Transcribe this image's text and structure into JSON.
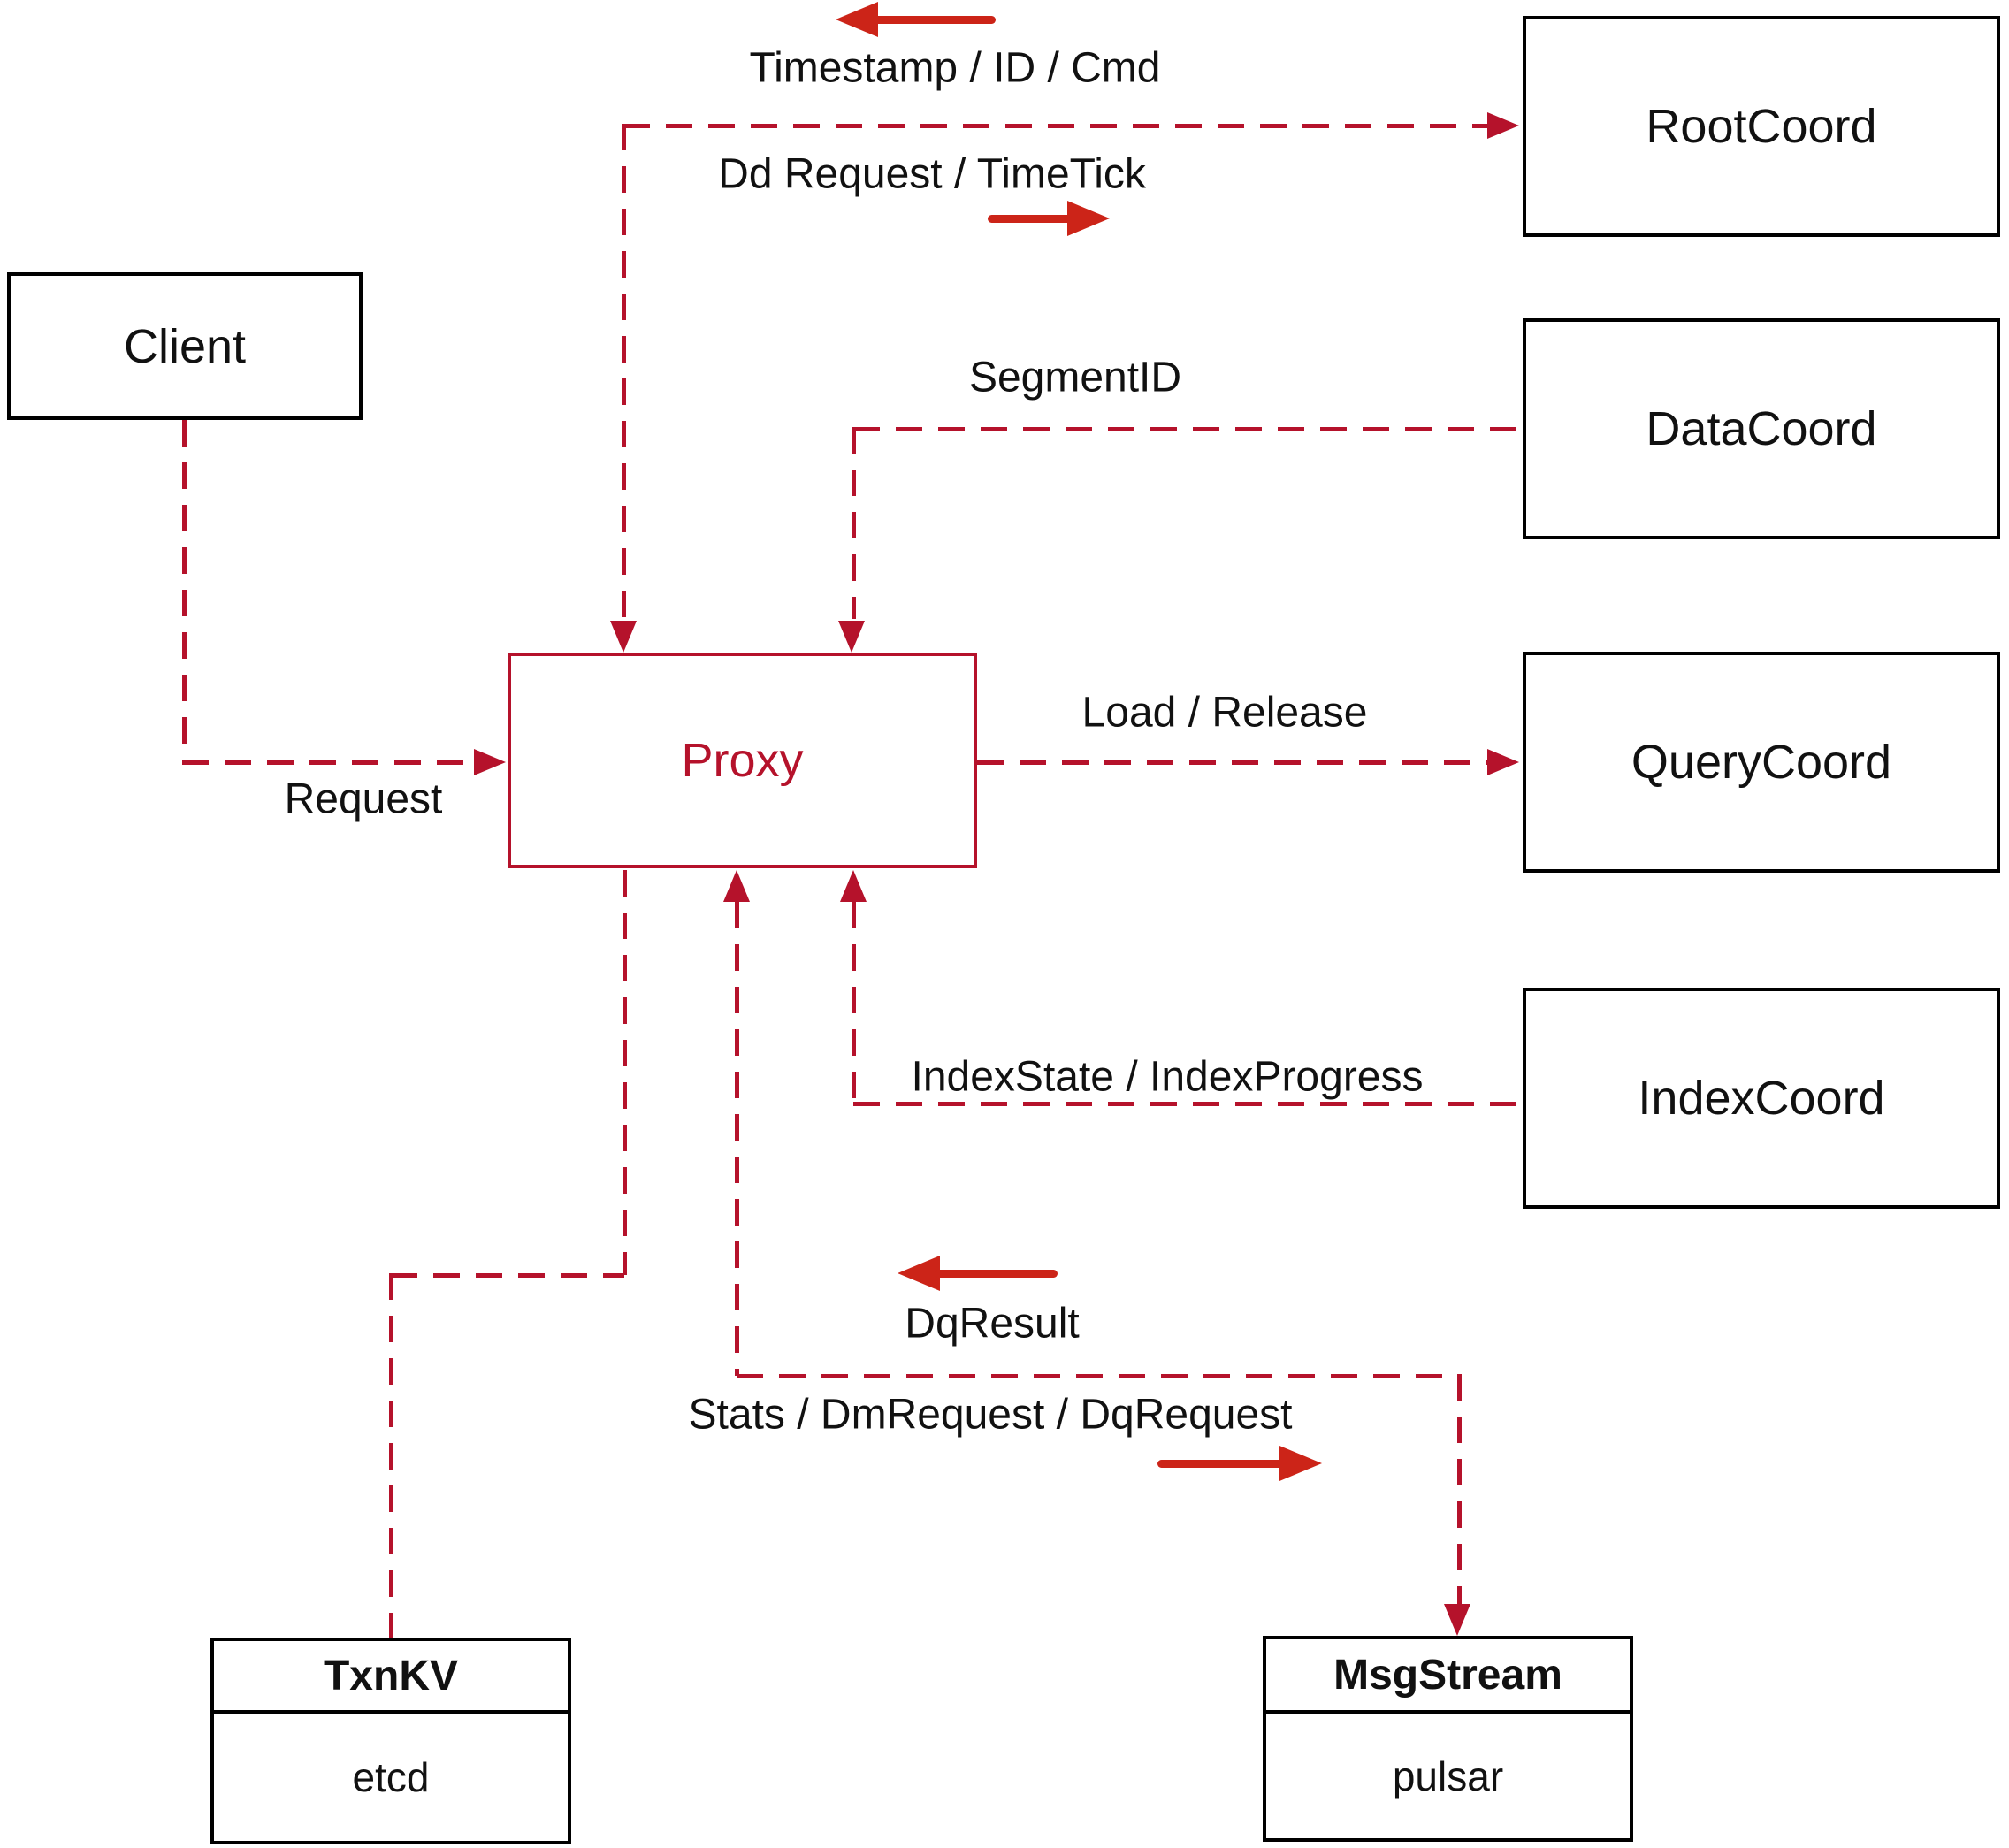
{
  "colors": {
    "line": "#b5122b",
    "arrow": "#cc2418",
    "border": "#000000",
    "text": "#111111"
  },
  "nodes": {
    "client": {
      "label": "Client"
    },
    "root_coord": {
      "label": "RootCoord"
    },
    "data_coord": {
      "label": "DataCoord"
    },
    "query_coord": {
      "label": "QueryCoord"
    },
    "index_coord": {
      "label": "IndexCoord"
    },
    "proxy": {
      "label": "Proxy"
    },
    "txn_kv": {
      "title": "TxnKV",
      "impl": "etcd"
    },
    "msg_stream": {
      "title": "MsgStream",
      "impl": "pulsar"
    }
  },
  "edge_labels": {
    "timestamp_id_cmd": "Timestamp / ID / Cmd",
    "dd_request_timetick": "Dd Request / TimeTick",
    "segment_id": "SegmentID",
    "load_release": "Load / Release",
    "request": "Request",
    "index_state_progress": "IndexState / IndexProgress",
    "dq_result": "DqResult",
    "stats_dm_dq_request": "Stats / DmRequest / DqRequest"
  }
}
